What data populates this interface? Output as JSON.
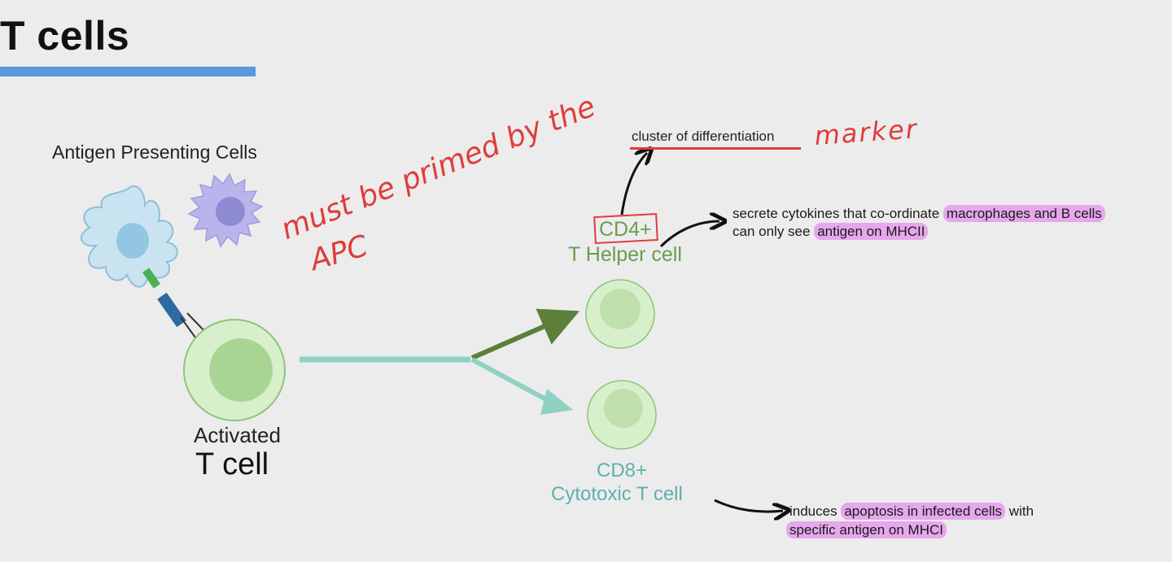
{
  "title": "T cells",
  "apc_label": "Antigen Presenting Cells",
  "activated": {
    "line1": "Activated",
    "line2": "T cell"
  },
  "helper": {
    "cd": "CD4+",
    "name": "T Helper cell"
  },
  "cytotoxic": {
    "cd": "CD8+",
    "name": "Cytotoxic T cell"
  },
  "cluster_label": "cluster of differentiation",
  "helper_note": {
    "line1_prefix": "secrete cytokines that co-ordinate ",
    "line1_highlight": "macrophages and B cells",
    "line2_prefix": "can only see ",
    "line2_highlight": "antigen on MHCII"
  },
  "cytotoxic_note": {
    "line1_prefix": "induces ",
    "line1_highlight": "apoptosis in infected cells",
    "line1_suffix": " with",
    "line2_highlight": "specific antigen on MHCI"
  },
  "handwritten": {
    "primed_line1": "must be primed by the",
    "primed_line2": "APC",
    "marker": "marker"
  },
  "colors": {
    "title_bar": "#5b98dd",
    "helper": "#6a9c4e",
    "cytotoxic": "#5fb0ac",
    "handwriting": "#e03c3c",
    "highlight": "#e6a7ec",
    "cell_fill": "#d8efcc"
  }
}
